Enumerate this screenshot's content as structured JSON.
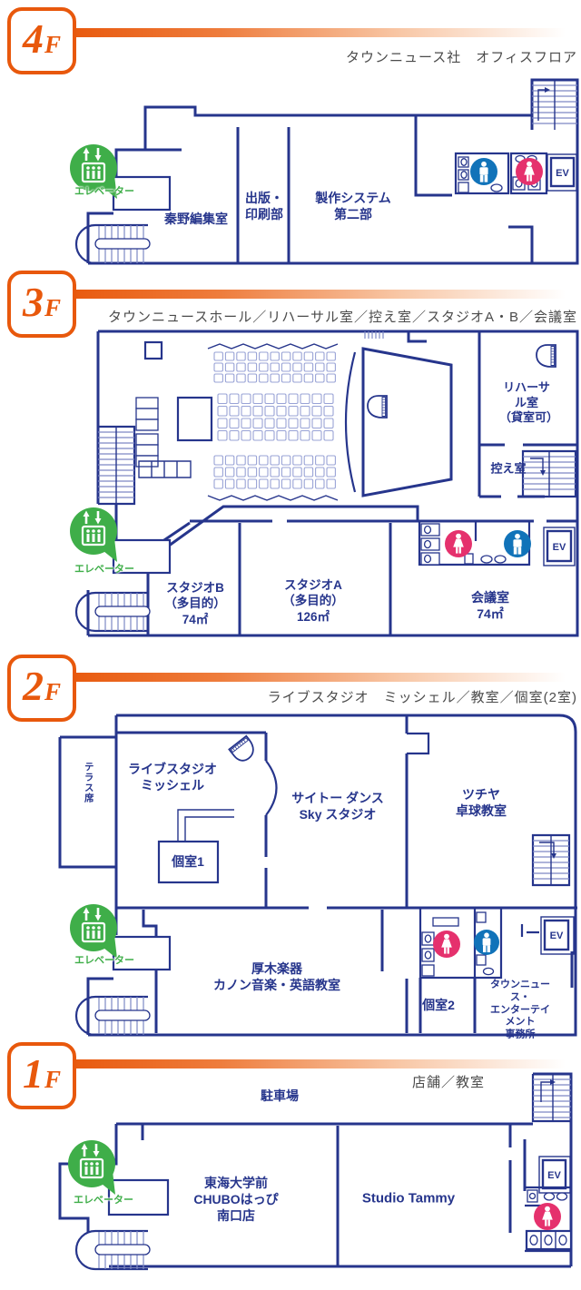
{
  "colors": {
    "wall": "#26358c",
    "orange": "#e8580c",
    "green": "#3fae49",
    "man_blue": "#1173b9",
    "woman_pink": "#e5316d",
    "subtitle_gray": "#4b4b4b"
  },
  "floors": [
    {
      "num": "4",
      "suffix": "F",
      "subtitle": "タウンニュース社　オフィスフロア",
      "elevator_label": "エレベーター",
      "ev_label": "EV",
      "rooms": [
        {
          "text": "秦野編集室"
        },
        {
          "text": "出版・\n印刷部"
        },
        {
          "text": "製作システム\n第二部"
        }
      ]
    },
    {
      "num": "3",
      "suffix": "F",
      "subtitle": "タウンニュースホール／リハーサル室／控え室／スタジオA・B／会議室",
      "elevator_label": "エレベーター",
      "ev_label": "EV",
      "rooms": [
        {
          "text": "リハーサル室\n（貸室可）"
        },
        {
          "text": "控え室"
        },
        {
          "text": "スタジオB\n（多目的）\n74㎡"
        },
        {
          "text": "スタジオA\n（多目的）\n126㎡"
        },
        {
          "text": "会議室\n74㎡"
        }
      ]
    },
    {
      "num": "2",
      "suffix": "F",
      "subtitle": "ライブスタジオ　ミッシェル／教室／個室(2室)",
      "elevator_label": "エレベーター",
      "ev_label": "EV",
      "rooms": [
        {
          "text": "テラス席"
        },
        {
          "text": "ライブスタジオ\nミッシェル"
        },
        {
          "text": "サイトー ダンス\nSky スタジオ"
        },
        {
          "text": "ツチヤ\n卓球教室"
        },
        {
          "text": "個室1"
        },
        {
          "text": "厚木楽器\nカノン音楽・英語教室"
        },
        {
          "text": "個室2"
        },
        {
          "text": "タウンニュース・\nエンターテイメント\n事務所"
        }
      ]
    },
    {
      "num": "1",
      "suffix": "F",
      "subtitle": "店舗／教室",
      "elevator_label": "エレベーター",
      "ev_label": "EV",
      "rooms": [
        {
          "text": "駐車場"
        },
        {
          "text": "東海大学前\nCHUBOはっぴ\n南口店"
        },
        {
          "text": "Studio Tammy"
        }
      ]
    }
  ]
}
